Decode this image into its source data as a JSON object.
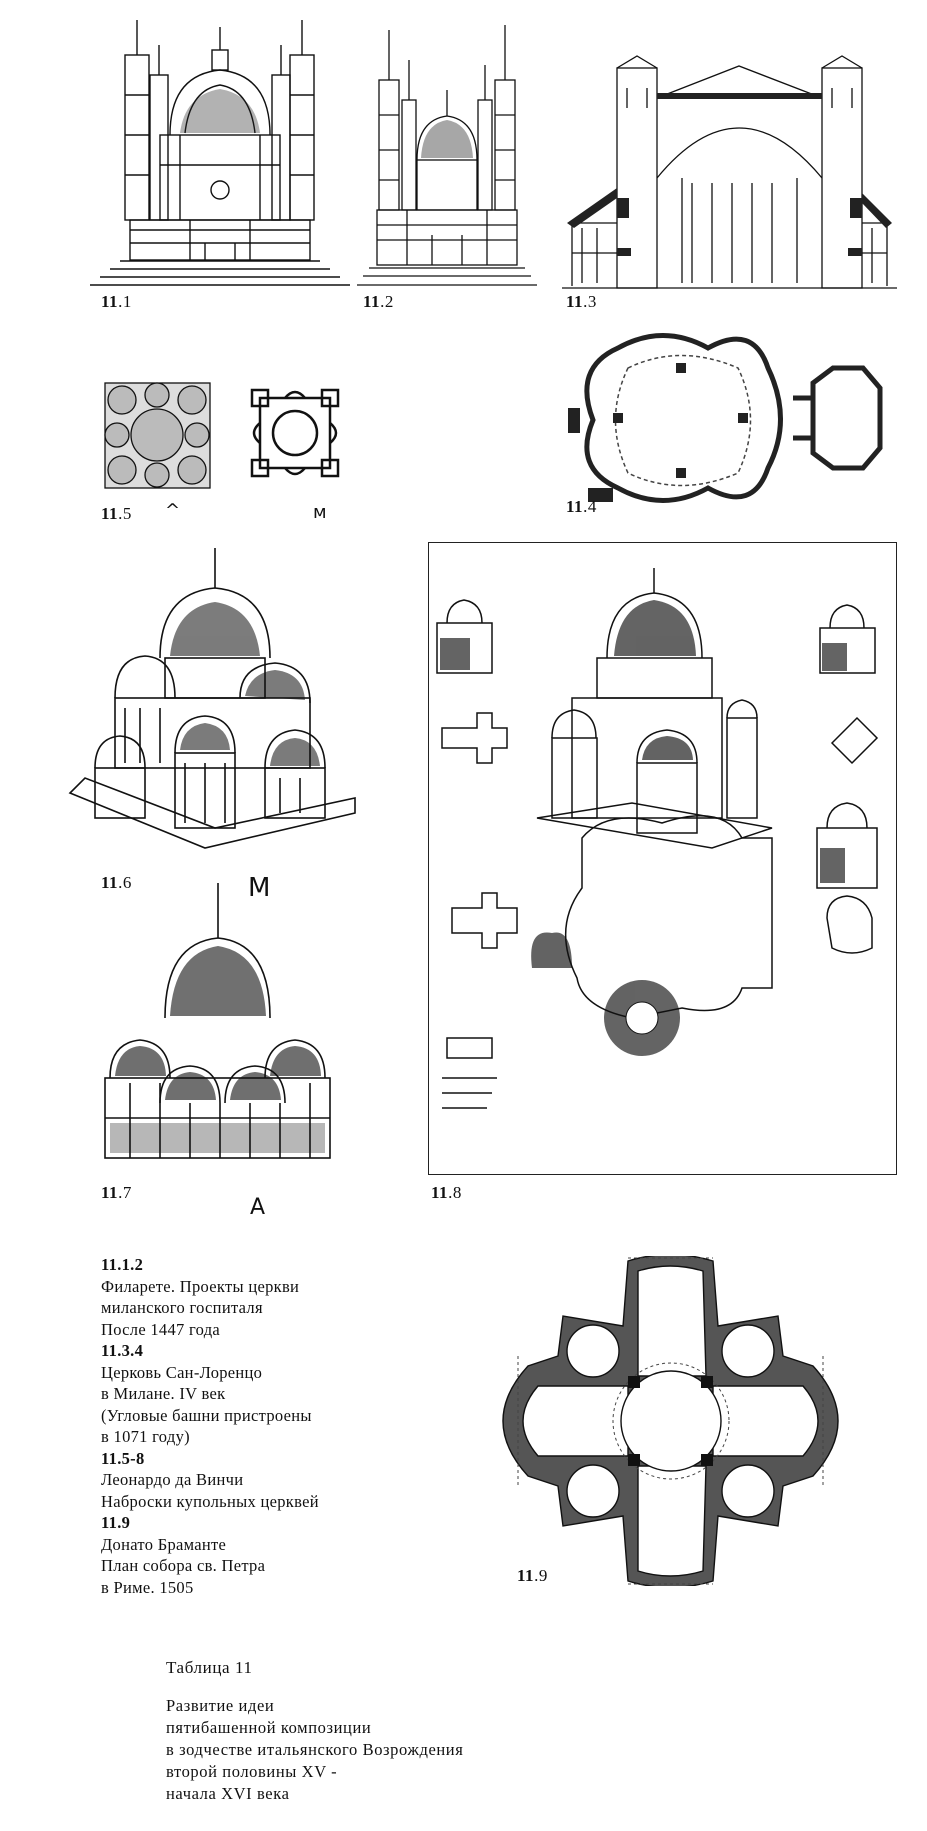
{
  "figures": [
    {
      "id": "fig-11-1",
      "bold": "11",
      "num": ".1"
    },
    {
      "id": "fig-11-2",
      "bold": "11",
      "num": ".2"
    },
    {
      "id": "fig-11-3",
      "bold": "11",
      "num": ".3"
    },
    {
      "id": "fig-11-4",
      "bold": "11",
      "num": ".4"
    },
    {
      "id": "fig-11-5",
      "bold": "11",
      "num": ".5"
    },
    {
      "id": "fig-11-6",
      "bold": "11",
      "num": ".6"
    },
    {
      "id": "fig-11-7",
      "bold": "11",
      "num": ".7"
    },
    {
      "id": "fig-11-8",
      "bold": "11",
      "num": ".8"
    },
    {
      "id": "fig-11-9",
      "bold": "11",
      "num": ".9"
    }
  ],
  "marks": {
    "m1": "^",
    "m2": "м",
    "m3": "М",
    "m4": "А"
  },
  "legend": [
    {
      "id": "11.1.2",
      "lines": [
        "Филарете. Проекты церкви",
        "миланского госпиталя",
        "После 1447 года"
      ]
    },
    {
      "id": "11.3.4",
      "lines": [
        "Церковь Сан-Лоренцо",
        "в Милане. IV век",
        "(Угловые башни пристроены",
        "в 1071 году)"
      ]
    },
    {
      "id": "11.5-8",
      "lines": [
        "Леонардо да Винчи",
        "Наброски купольных церквей"
      ]
    },
    {
      "id": "11.9",
      "lines": [
        "Донато Браманте",
        "План собора св. Петра",
        "в Риме. 1505"
      ]
    }
  ],
  "table": {
    "title": "Таблица 11",
    "description": [
      "Развитие идеи",
      "пятибашенной композиции",
      "в зодчестве итальянского Возрождения",
      "второй половины XV -",
      "начала XVI века"
    ]
  }
}
